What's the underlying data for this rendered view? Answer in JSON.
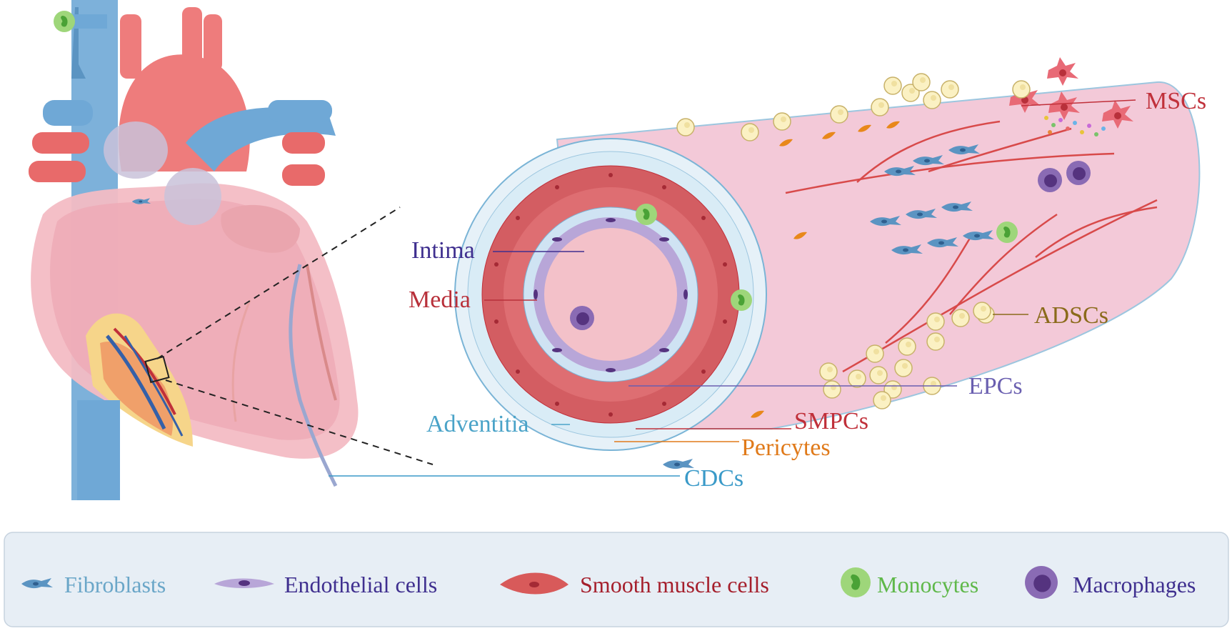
{
  "labels": {
    "intima": "Intima",
    "media": "Media",
    "adventitia": "Adventitia",
    "mscs": "MSCs",
    "adscs": "ADSCs",
    "epcs": "EPCs",
    "smpcs": "SMPCs",
    "pericytes": "Pericytes",
    "cdcs": "CDCs"
  },
  "legend": {
    "fibroblasts": "Fibroblasts",
    "endothelial": "Endothelial cells",
    "smooth_muscle": "Smooth muscle cells",
    "monocytes": "Monocytes",
    "macrophages": "Macrophages"
  },
  "colors": {
    "intima": "#3f2f8f",
    "media": "#b8303a",
    "adventitia": "#4aa3c8",
    "mscs": "#c0303a",
    "adscs": "#8a6a1a",
    "epcs": "#6a5fb0",
    "smpcs": "#c0303a",
    "pericytes": "#e07a1a",
    "cdcs": "#3a9ac8",
    "fibroblasts": "#6aa6c8",
    "endothelial": "#3f2f8f",
    "smooth_muscle": "#a51f2c",
    "monocytes": "#5fb84a",
    "macrophages": "#3f2f8f"
  }
}
